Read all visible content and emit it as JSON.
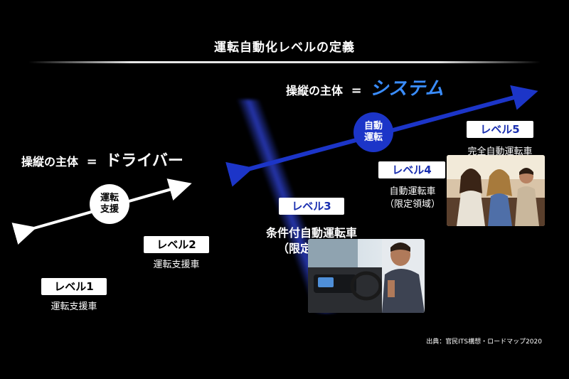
{
  "title": "運転自動化レベルの定義",
  "system_heading": {
    "prefix": "操縦の主体",
    "eq": "=",
    "value": "システム"
  },
  "driver_heading": {
    "prefix": "操縦の主体",
    "eq": "=",
    "value": "ドライバー"
  },
  "driver_circle": {
    "line1": "運転",
    "line2": "支援"
  },
  "system_circle": {
    "line1": "自動",
    "line2": "運転"
  },
  "levels": [
    {
      "label": "レベル1",
      "desc1": "運転支援車",
      "desc2": ""
    },
    {
      "label": "レベル2",
      "desc1": "運転支援車",
      "desc2": ""
    },
    {
      "label": "レベル3",
      "desc1": "条件付自動運転車",
      "desc2": "（限定領域）"
    },
    {
      "label": "レベル4",
      "desc1": "自動運転車",
      "desc2": "（限定領域）"
    },
    {
      "label": "レベル5",
      "desc1": "完全自動運転車",
      "desc2": ""
    }
  ],
  "source": "出典：官民ITS構想・ロードマップ2020",
  "colors": {
    "accent_blue": "#1c35c8",
    "system_text": "#3a8dff",
    "background": "#000000"
  }
}
